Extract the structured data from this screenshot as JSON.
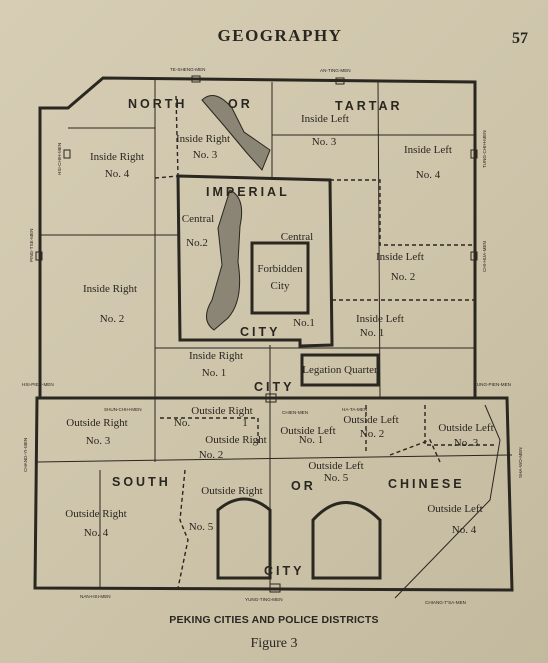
{
  "header": {
    "title": "GEOGRAPHY",
    "page_number": "57"
  },
  "caption": "PEKING CITIES AND POLICE DISTRICTS",
  "figure_label": "Figure 3",
  "gates": {
    "te_sheng": "TE-SHENG-MEN",
    "an_ting": "AN-TING-MEN",
    "hsi_chih": "HSI-CHIH-MEN",
    "tung_chih": "TUNG-CHIH-MEN",
    "ping_tse": "PING-TSE-MEN",
    "chi_hua": "CHI-HUA-MEN",
    "hsi_pien": "HSI-PIEN-MEN",
    "tung_pien": "TUNG-PIEN-MEN",
    "shun_chih": "SHUN-CHIH-MEN",
    "chien": "CHIEN-MEN",
    "ha_ta": "HA-TA-MEN",
    "chang_yi": "CHANG-YI-MEN",
    "sha_wo": "SHA-WO-MEN",
    "nan_hsi": "NAN-HSI-MEN",
    "yung_ting": "YUNG-TING-MEN",
    "chiang_tsa": "CHIANG-T'SA-MEN"
  },
  "city_letters": {
    "north": "NORTH",
    "or_1": "OR",
    "tartar": "TARTAR",
    "imperial": "IMPERIAL",
    "city_1": "CITY",
    "city_2": "CITY",
    "south": "SOUTH",
    "or_2": "OR",
    "chinese": "CHINESE",
    "city_3": "CITY"
  },
  "districts": {
    "ir4_a": "Inside Right",
    "ir4_b": "No. 4",
    "ir3_a": "Inside Right",
    "ir3_b": "No. 3",
    "il3_a": "Inside Left",
    "il3_b": "No. 3",
    "il4_a": "Inside Left",
    "il4_b": "No. 4",
    "c2_a": "Central",
    "c2_b": "No.2",
    "c1_a": "Central",
    "fc_a": "Forbidden",
    "fc_b": "City",
    "c1_b": "No.1",
    "il2_a": "Inside Left",
    "il2_b": "No. 2",
    "ir2_a": "Inside Right",
    "ir2_b": "No. 2",
    "il1_a": "Inside Left",
    "il1_b": "No. 1",
    "ir1_a": "Inside Right",
    "ir1_b": "No. 1",
    "legation": "Legation Quarter",
    "or3_a": "Outside Right",
    "or3_b": "No. 3",
    "or1_a": "Outside Right",
    "or1_b": "No.",
    "or1_c": "1",
    "or2_a": "Outside Right",
    "or2_b": "No. 2",
    "ol1_a": "Outside Left",
    "ol1_b": "No. 1",
    "ol2_a": "Outside Left",
    "ol2_b": "No. 2",
    "ol3_a": "Outside Left",
    "ol3_b": "No. 3",
    "ol5_a": "Outside Left",
    "ol5_b": "No. 5",
    "or5_a": "Outside Right",
    "or5_b": "No. 5",
    "or4_a": "Outside Right",
    "or4_b": "No. 4",
    "ol4_a": "Outside Left",
    "ol4_b": "No. 4"
  }
}
